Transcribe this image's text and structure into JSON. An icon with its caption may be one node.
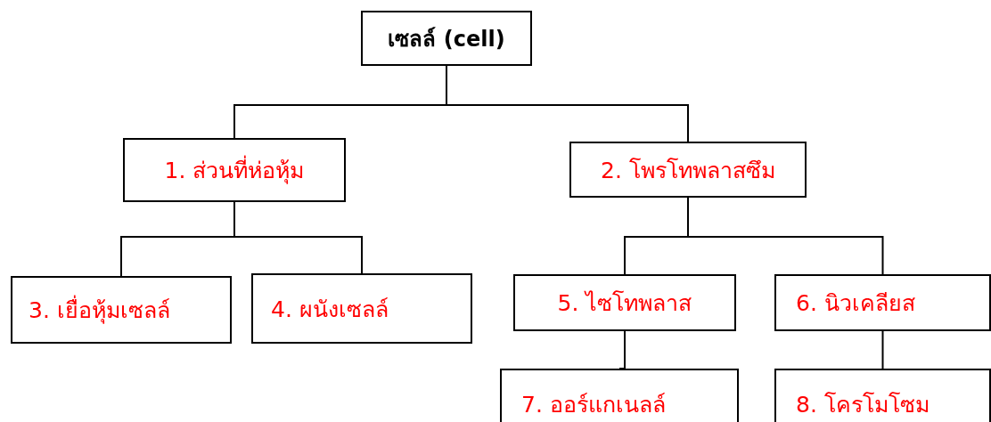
{
  "diagram": {
    "nodes": [
      {
        "text": [
          "เซลล์ (cell)"
        ]
      },
      {
        "text": [
          "1. ส่วนที่ห่อหุ้ม"
        ]
      },
      {
        "text": [
          "2. โพรโทพลาสซึม"
        ]
      },
      {
        "text": [
          "3. เยื่อหุ้มเซลล์"
        ]
      },
      {
        "text": [
          "4. ผนังเซลล์"
        ]
      },
      {
        "text": [
          "5. ไซโทพลาส"
        ]
      },
      {
        "text": [
          "6. นิวเคลียส"
        ]
      },
      {
        "text": [
          "7. ออร์แกเนลล์"
        ]
      },
      {
        "text": [
          "8. โครโมโซม"
        ]
      }
    ],
    "edges": [
      {
        "from": 0,
        "to": 1,
        "arrow": "none"
      },
      {
        "from": 0,
        "to": 2,
        "arrow": "none"
      },
      {
        "from": 1,
        "to": 3,
        "arrow": "none"
      },
      {
        "from": 1,
        "to": 4,
        "arrow": "none"
      },
      {
        "from": 2,
        "to": 5,
        "arrow": "none"
      },
      {
        "from": 2,
        "to": 6,
        "arrow": "none"
      },
      {
        "from": 5,
        "to": 7,
        "arrow": "none"
      },
      {
        "from": 6,
        "to": 8,
        "arrow": "none"
      }
    ]
  }
}
